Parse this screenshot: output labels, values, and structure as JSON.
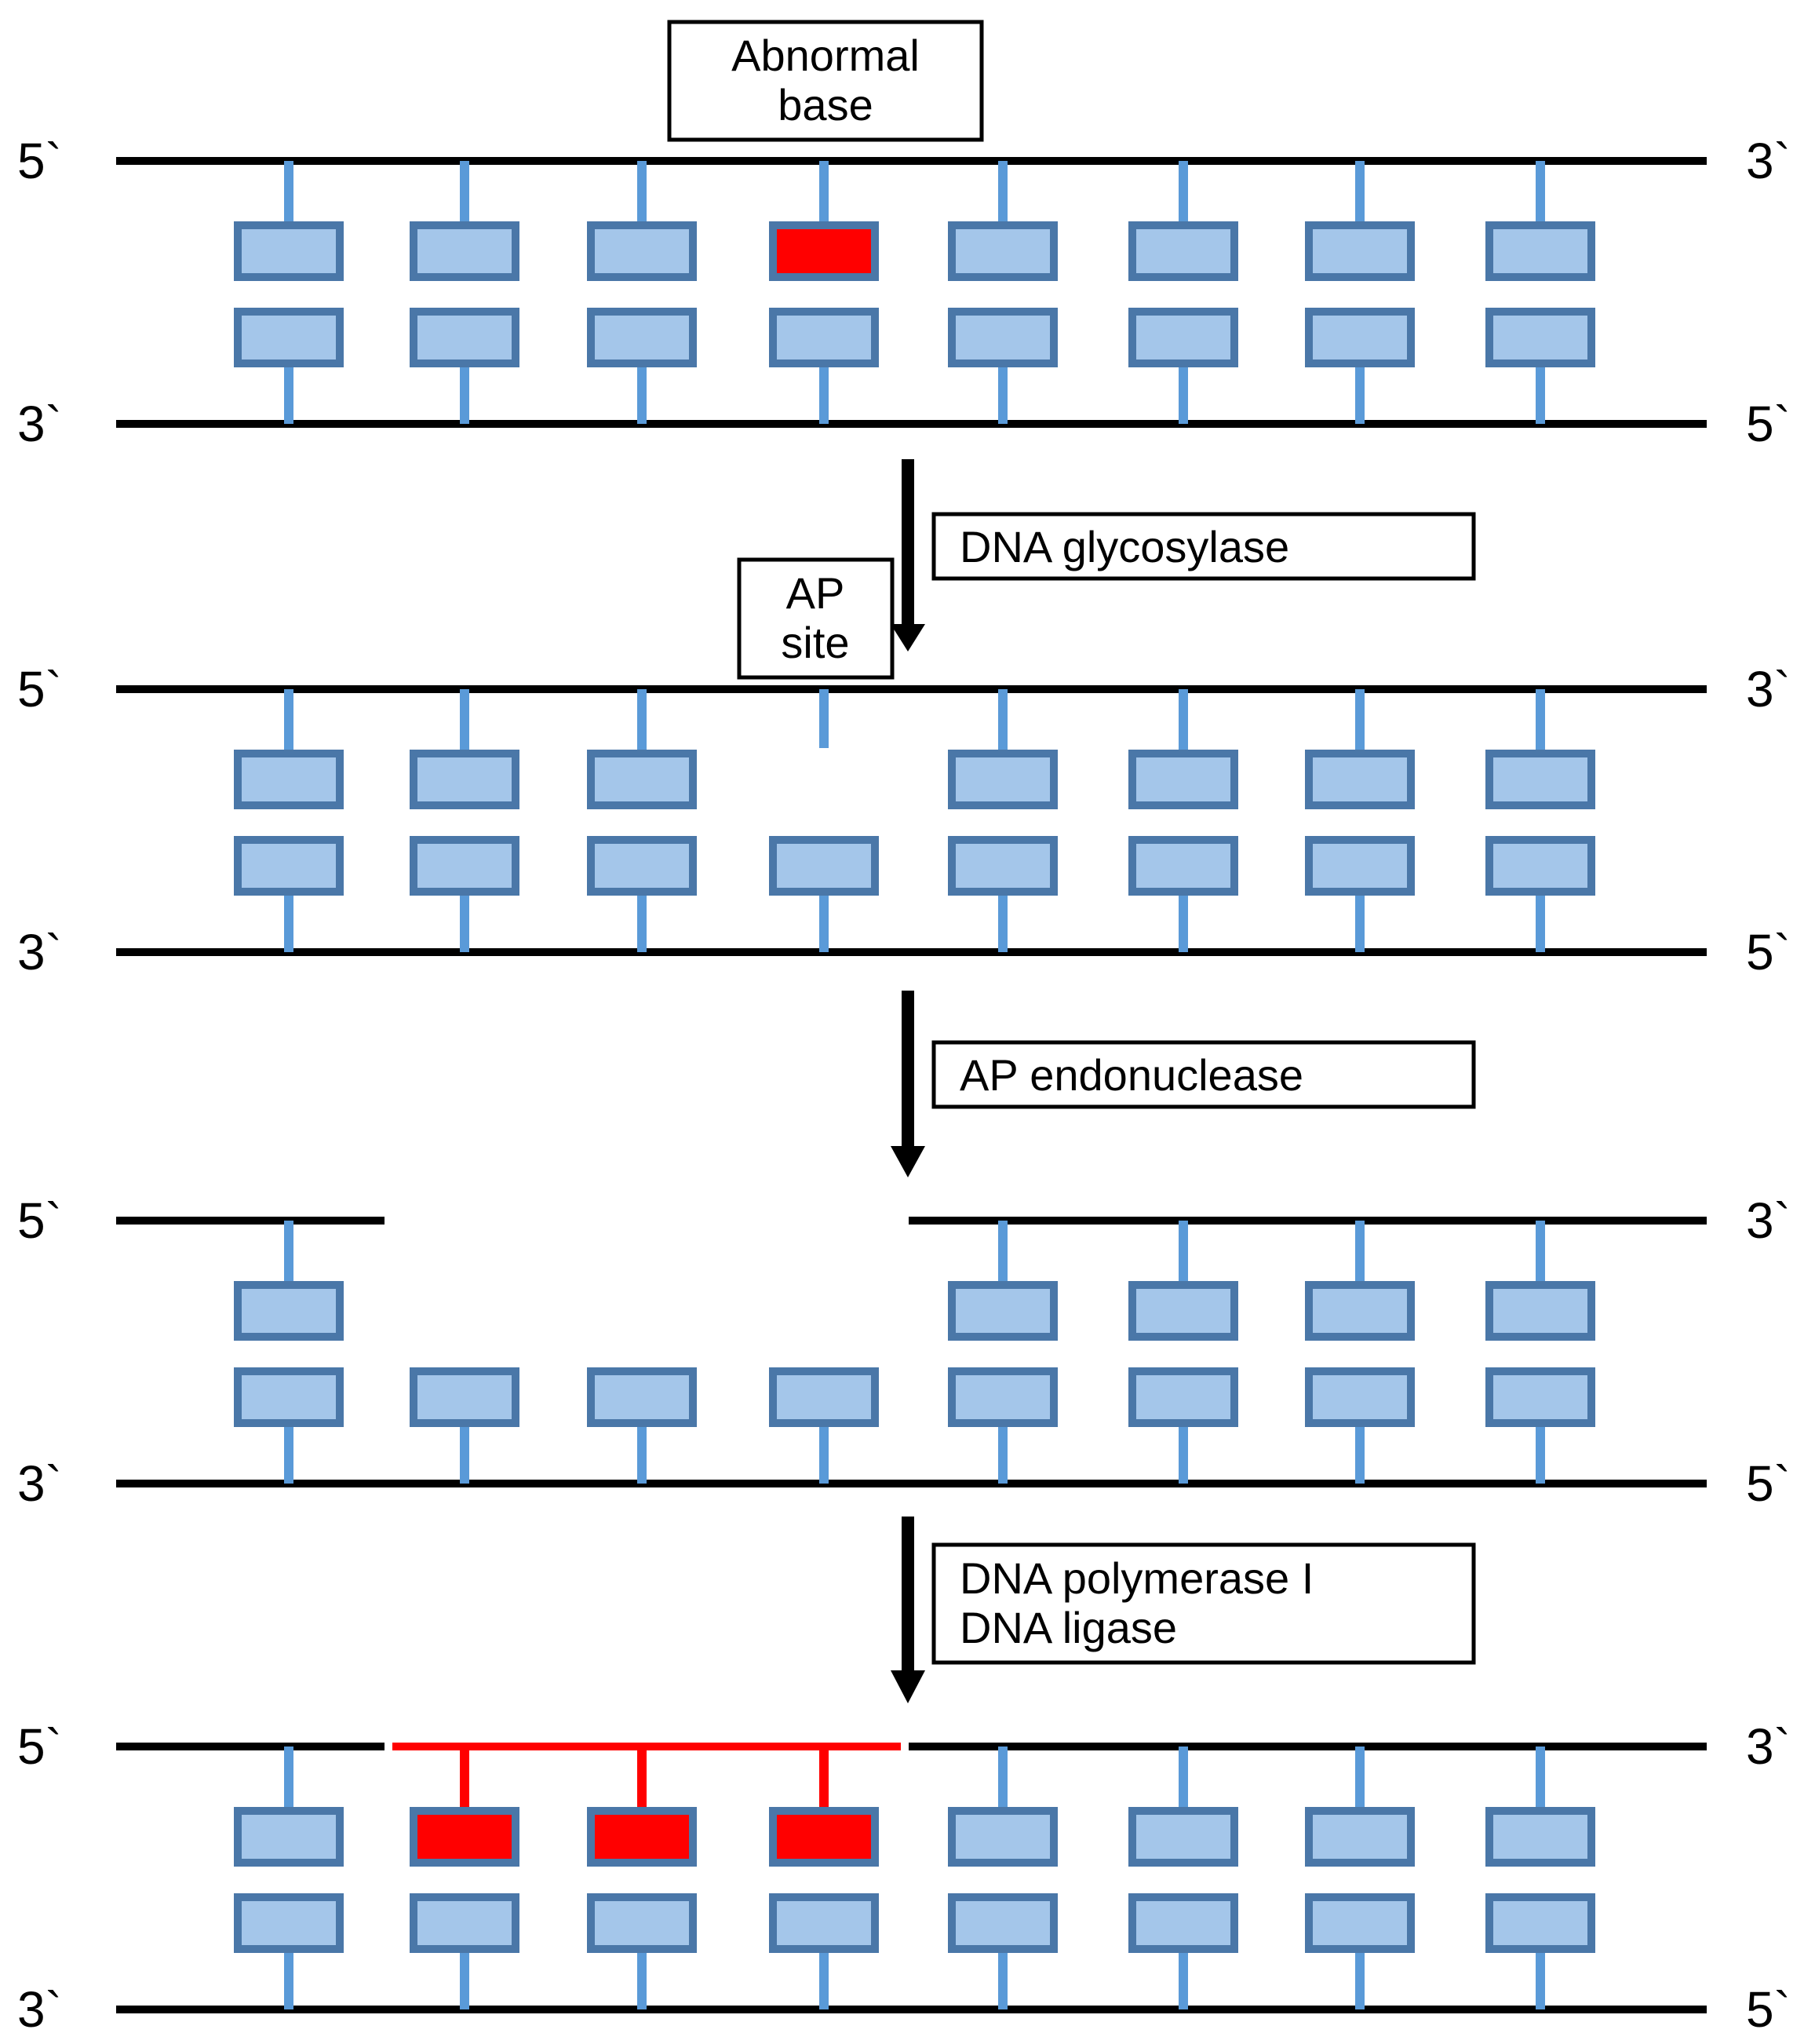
{
  "labels": {
    "abnormal_base": [
      "Abnormal",
      "base"
    ],
    "ap_site": [
      "AP",
      "site"
    ],
    "enzyme_1": [
      "DNA glycosylase"
    ],
    "enzyme_2": [
      "AP endonuclease"
    ],
    "enzyme_3": [
      "DNA polymerase I",
      "DNA ligase"
    ],
    "top_left": "5`",
    "top_right": "3`",
    "bottom_left": "3`",
    "bottom_right": "5`"
  },
  "colors": {
    "strand": "#000000",
    "base_fill": "#a4c6ea",
    "base_border": "#4a77a8",
    "stick": "#5a9ad8",
    "repair": "#ff0000"
  },
  "stages": [
    {
      "name": "initial",
      "top_bases": [
        "normal",
        "normal",
        "normal",
        "abnormal",
        "normal",
        "normal",
        "normal",
        "normal"
      ],
      "top_break": false,
      "new_segment": false
    },
    {
      "name": "ap-site",
      "top_bases": [
        "normal",
        "normal",
        "normal",
        "stub",
        "normal",
        "normal",
        "normal",
        "normal"
      ],
      "top_break": false,
      "new_segment": false
    },
    {
      "name": "nicked",
      "top_bases": [
        "normal",
        "none",
        "none",
        "none",
        "normal",
        "normal",
        "normal",
        "normal"
      ],
      "top_break": true,
      "new_segment": false
    },
    {
      "name": "repaired",
      "top_bases": [
        "normal",
        "new",
        "new",
        "new",
        "normal",
        "normal",
        "normal",
        "normal"
      ],
      "top_break": false,
      "new_segment": true
    }
  ]
}
